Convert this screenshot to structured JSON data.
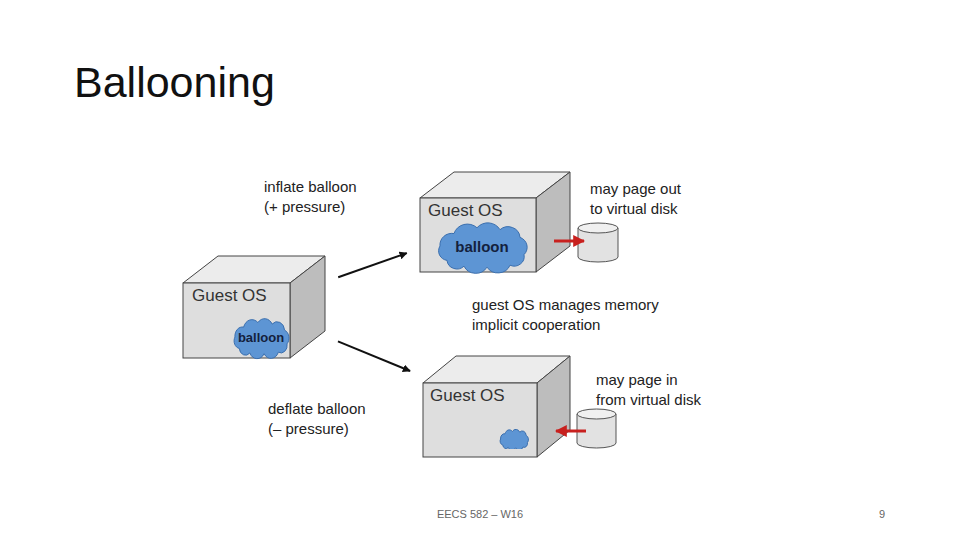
{
  "diagram": {
    "title": "Ballooning",
    "nodes": [
      {
        "text": [
          "Guest OS"
        ]
      },
      {
        "text": [
          "balloon"
        ],
        "in": 0
      },
      {
        "text": [
          "Guest OS"
        ]
      },
      {
        "text": [
          "balloon"
        ],
        "in": 2
      },
      {
        "text": [
          "Guest OS"
        ]
      }
    ],
    "edges": [
      {
        "from": 0,
        "to": 2,
        "arrow": "to",
        "label": "inflate balloon (+ pressure)"
      },
      {
        "from": 0,
        "to": 4,
        "arrow": "to",
        "label": "deflate balloon (– pressure)"
      }
    ],
    "labels": [
      "may page out to virtual disk",
      "guest OS manages memory implicit cooperation",
      "may page in from virtual disk",
      "EECS 582 – W16",
      "9"
    ]
  }
}
